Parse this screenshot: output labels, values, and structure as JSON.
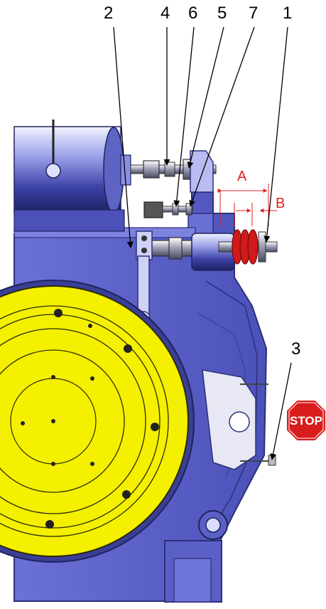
{
  "callouts": {
    "c1": "1",
    "c2": "2",
    "c3": "3",
    "c4": "4",
    "c5": "5",
    "c6": "6",
    "c7": "7"
  },
  "dimensions": {
    "a": "A",
    "b": "B"
  },
  "stop_sign": {
    "text": "STOP"
  },
  "colors": {
    "housing": "#5d63c9",
    "housing_dark": "#3a3f96",
    "sheave": "#f4f000",
    "spring": "#d11a1a",
    "dimension": "#e02020",
    "stop_red": "#d91c1c"
  }
}
